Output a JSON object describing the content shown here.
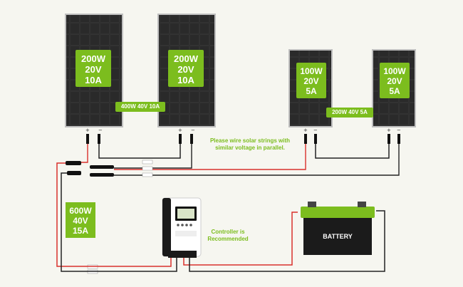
{
  "panels": [
    {
      "watt": "200W",
      "volt": "20V",
      "amp": "10A"
    },
    {
      "watt": "200W",
      "volt": "20V",
      "amp": "10A"
    },
    {
      "watt": "100W",
      "volt": "20V",
      "amp": "5A"
    },
    {
      "watt": "100W",
      "volt": "20V",
      "amp": "5A"
    }
  ],
  "string_labels": {
    "left": "400W  40V  10A",
    "right": "200W  40V  5A"
  },
  "wiring_note": {
    "line1": "Please wire solar strings with",
    "line2": "similar voltage in parallel."
  },
  "total": {
    "watt": "600W",
    "volt": "40V",
    "amp": "15A"
  },
  "controller_note": {
    "line1": "Controller is",
    "line2": "Recommended"
  },
  "battery": {
    "label": "BATTERY"
  },
  "colors": {
    "accent_green": "#7cbd1e",
    "panel_dark": "#1b1b1b",
    "positive_wire": "#d9302c",
    "negative_wire": "#222222",
    "background": "#f6f6f0"
  }
}
